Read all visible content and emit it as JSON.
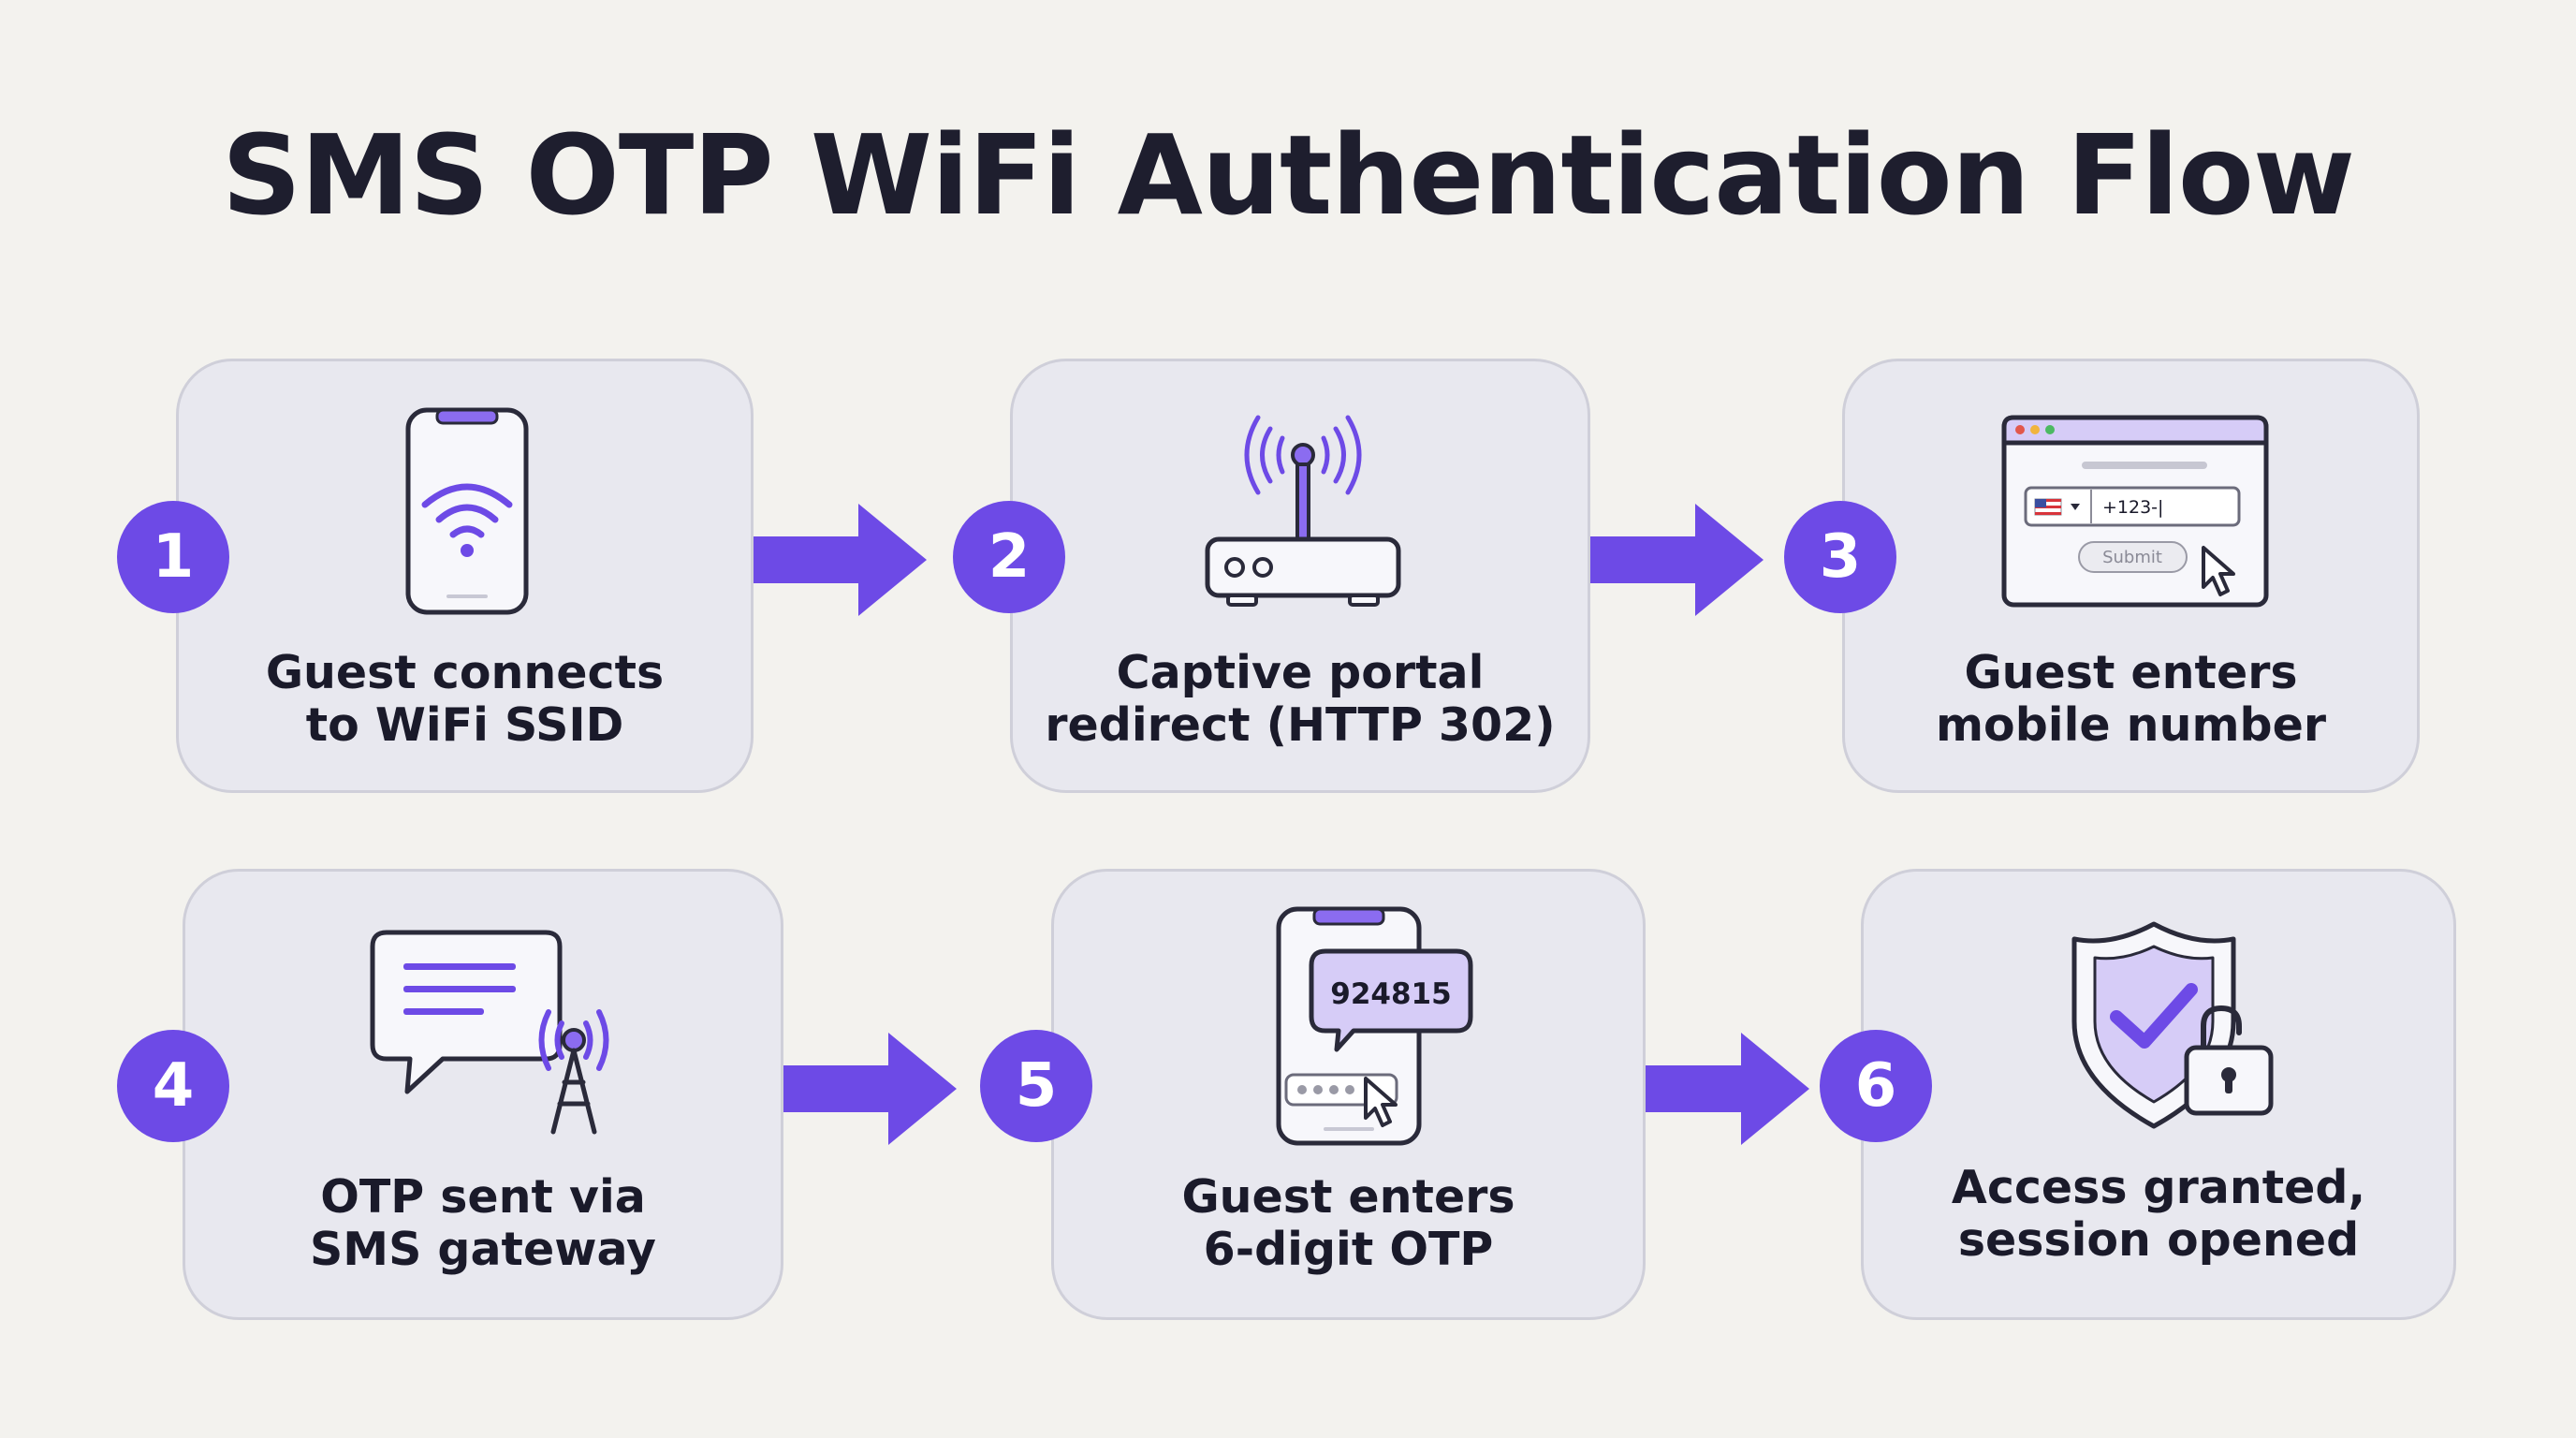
{
  "title": "SMS OTP WiFi Authentication Flow",
  "accent_color": "#6d4ae6",
  "steps": [
    {
      "number": "1",
      "line1": "Guest connects",
      "line2": "to WiFi SSID",
      "icon": "smartphone-wifi-icon"
    },
    {
      "number": "2",
      "line1": "Captive portal",
      "line2": "redirect (HTTP 302)",
      "icon": "router-icon"
    },
    {
      "number": "3",
      "line1": "Guest enters",
      "line2": "mobile number",
      "icon": "browser-form-icon"
    },
    {
      "number": "4",
      "line1": "OTP sent via",
      "line2": "SMS gateway",
      "icon": "sms-tower-icon"
    },
    {
      "number": "5",
      "line1": "Guest enters",
      "line2": "6-digit OTP",
      "icon": "phone-otp-icon"
    },
    {
      "number": "6",
      "line1": "Access granted,",
      "line2": "session opened",
      "icon": "shield-unlock-icon"
    }
  ],
  "form_mock": {
    "phone_value": "+123-|",
    "submit_label": "Submit"
  },
  "otp_code": "924815"
}
